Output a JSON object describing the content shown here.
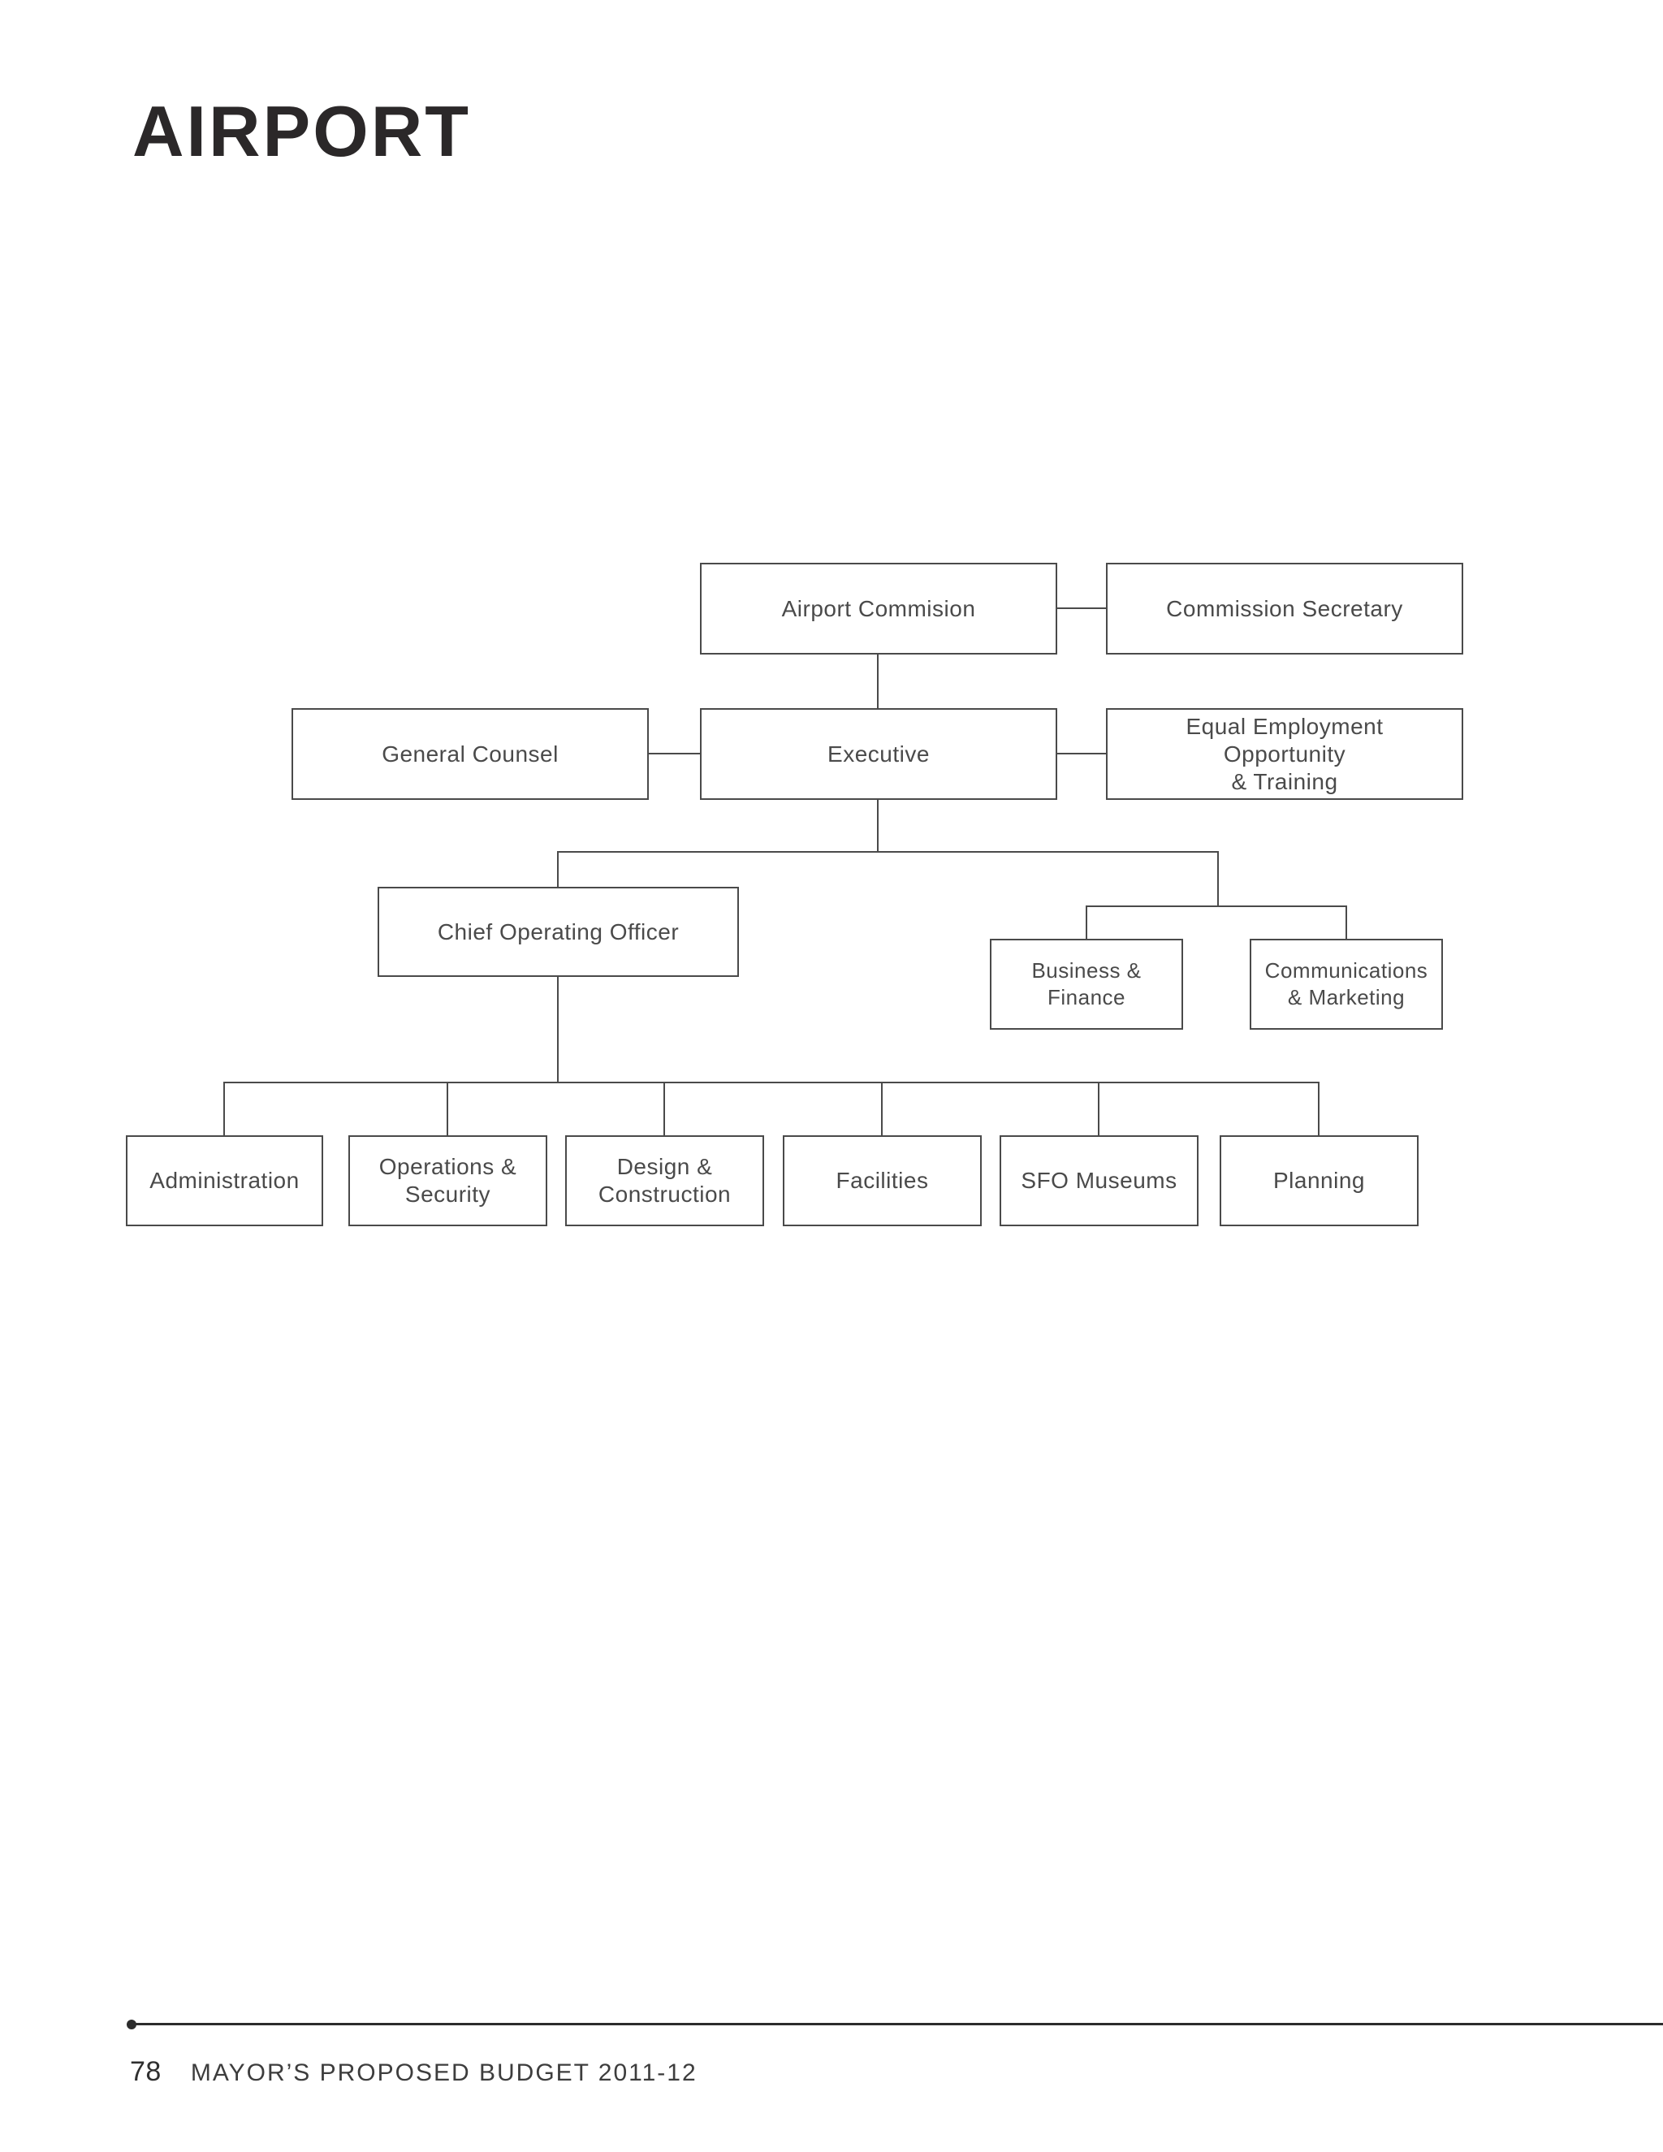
{
  "page": {
    "title": "AIRPORT",
    "footer": {
      "page_number": "78",
      "label": "MAYOR’S PROPOSED BUDGET 2011-12"
    }
  },
  "colors": {
    "background": "#ffffff",
    "ink": "#4a4a4a",
    "title_ink": "#2b2829",
    "rule_ink": "#2c2c2c"
  },
  "org_chart": {
    "nodes": {
      "airport_commission": {
        "label": "Airport Commision"
      },
      "commission_secretary": {
        "label": "Commission Secretary"
      },
      "general_counsel": {
        "label": "General Counsel"
      },
      "executive": {
        "label": "Executive"
      },
      "equal_employment": {
        "label": "Equal Employment\nOpportunity\n& Training"
      },
      "chief_operating_officer": {
        "label": "Chief Operating Officer"
      },
      "business_finance": {
        "label": "Business &\nFinance"
      },
      "communications_marketing": {
        "label": "Communications\n& Marketing"
      },
      "administration": {
        "label": "Administration"
      },
      "operations_security": {
        "label": "Operations &\nSecurity"
      },
      "design_construction": {
        "label": "Design &\nConstruction"
      },
      "facilities": {
        "label": "Facilities"
      },
      "sfo_museums": {
        "label": "SFO Museums"
      },
      "planning": {
        "label": "Planning"
      }
    },
    "edges": [
      {
        "from": "airport_commission",
        "to": "commission_secretary",
        "type": "lateral"
      },
      {
        "from": "airport_commission",
        "to": "executive",
        "type": "reports"
      },
      {
        "from": "executive",
        "to": "general_counsel",
        "type": "lateral"
      },
      {
        "from": "executive",
        "to": "equal_employment",
        "type": "lateral"
      },
      {
        "from": "executive",
        "to": "chief_operating_officer",
        "type": "reports"
      },
      {
        "from": "executive",
        "to": "business_finance",
        "type": "reports"
      },
      {
        "from": "executive",
        "to": "communications_marketing",
        "type": "reports"
      },
      {
        "from": "chief_operating_officer",
        "to": "administration",
        "type": "reports"
      },
      {
        "from": "chief_operating_officer",
        "to": "operations_security",
        "type": "reports"
      },
      {
        "from": "chief_operating_officer",
        "to": "design_construction",
        "type": "reports"
      },
      {
        "from": "chief_operating_officer",
        "to": "facilities",
        "type": "reports"
      },
      {
        "from": "chief_operating_officer",
        "to": "sfo_museums",
        "type": "reports"
      },
      {
        "from": "chief_operating_officer",
        "to": "planning",
        "type": "reports"
      }
    ]
  }
}
